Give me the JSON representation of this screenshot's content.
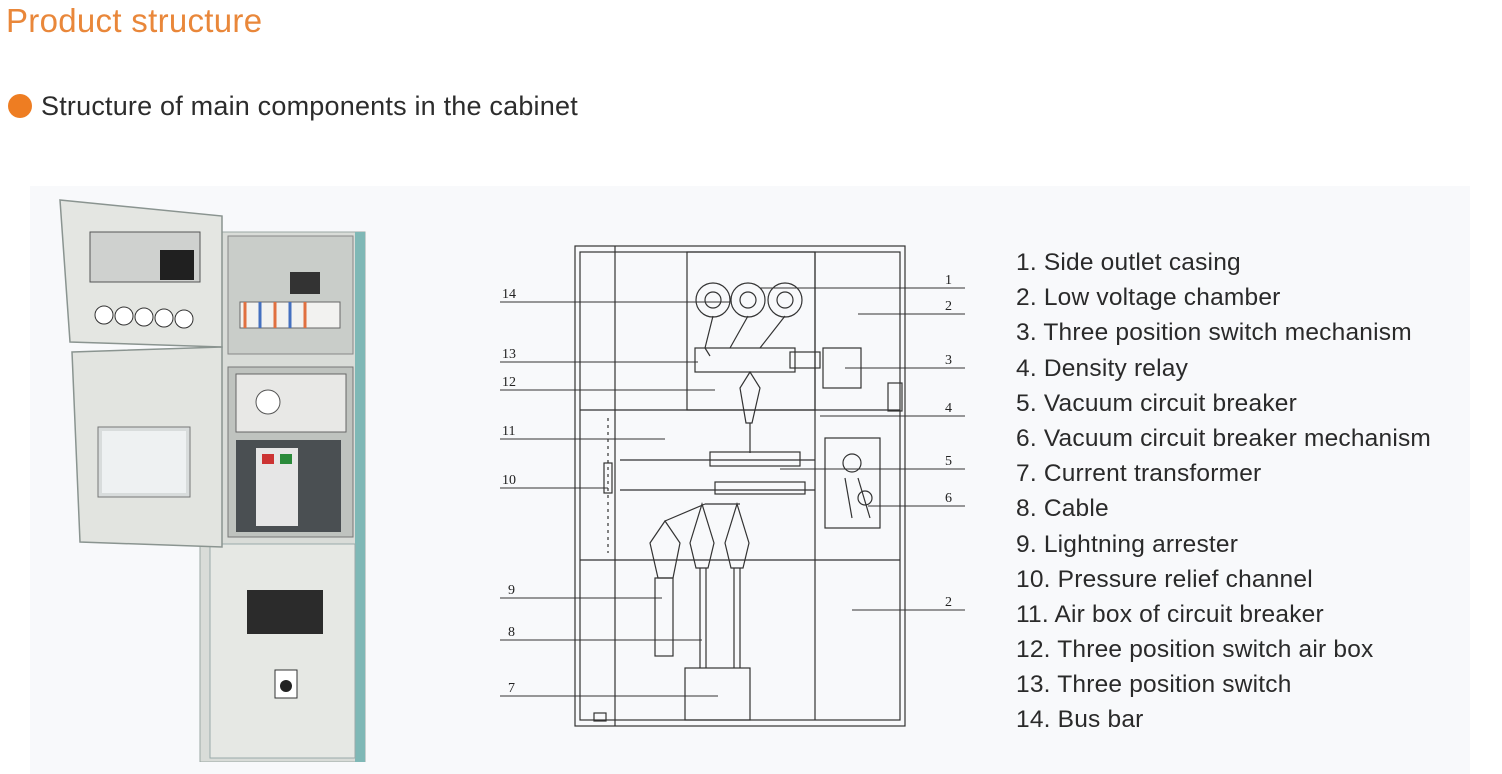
{
  "page": {
    "title": "Product structure",
    "section_heading": "Structure of main components in the cabinet",
    "accent_color": "#e9873a",
    "bullet_color": "#ee7d22"
  },
  "photo": {
    "icon": "switchgear-cabinet-photo"
  },
  "diagram": {
    "callouts": [
      "1",
      "2",
      "3",
      "4",
      "5",
      "6",
      "2",
      "14",
      "13",
      "12",
      "11",
      "10",
      "9",
      "8",
      "7"
    ]
  },
  "legend": {
    "items": [
      "1. Side outlet casing",
      "2. Low voltage chamber",
      "3. Three position switch mechanism",
      "4. Density relay",
      "5. Vacuum circuit breaker",
      "6. Vacuum circuit breaker mechanism",
      "7. Current transformer",
      "8. Cable",
      "9. Lightning arrester",
      "10. Pressure relief channel",
      "11. Air box of circuit breaker",
      "12. Three position switch air box",
      "13. Three position switch",
      "14. Bus bar"
    ]
  }
}
